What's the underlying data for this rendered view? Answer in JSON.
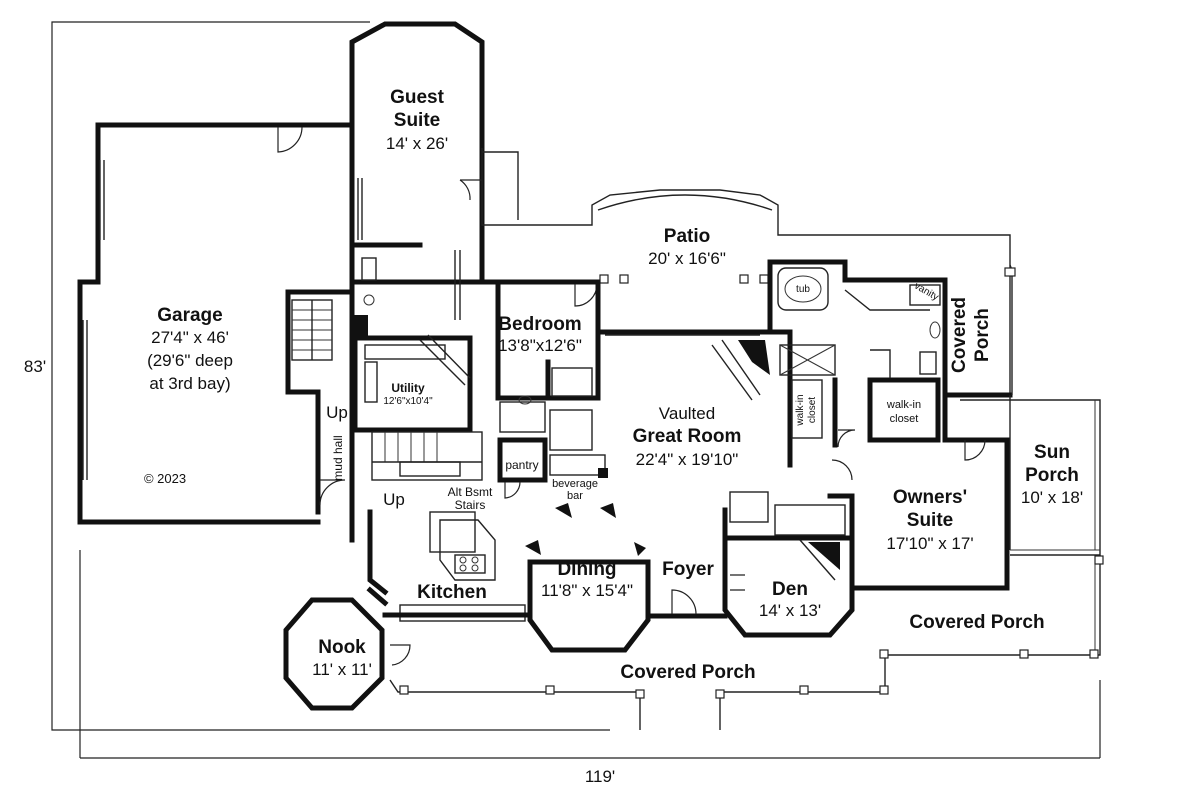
{
  "overall": {
    "width": "119'",
    "depth": "83'",
    "copyright": "© 2023"
  },
  "rooms": {
    "guest_suite": {
      "name_1": "Guest",
      "name_2": "Suite",
      "size": "14' x 26'"
    },
    "garage": {
      "name": "Garage",
      "size": "27'4\" x 46'",
      "note_1": "(29'6\" deep",
      "note_2": "at 3rd bay)"
    },
    "patio": {
      "name": "Patio",
      "size": "20' x 16'6\""
    },
    "bedroom": {
      "name": "Bedroom",
      "size": "13'8\"x12'6\""
    },
    "utility": {
      "name": "Utility",
      "size": "12'6\"x10'4\""
    },
    "great_room": {
      "name_1": "Vaulted",
      "name_2": "Great Room",
      "size": "22'4\" x 19'10\""
    },
    "owners_suite": {
      "name_1": "Owners'",
      "name_2": "Suite",
      "size": "17'10\" x 17'"
    },
    "sun_porch": {
      "name_1": "Sun",
      "name_2": "Porch",
      "size": "10' x 18'"
    },
    "covered_porch_right": {
      "name_1": "Covered",
      "name_2": "Porch"
    },
    "dining": {
      "name": "Dining",
      "size": "11'8\" x 15'4\""
    },
    "foyer": {
      "name": "Foyer"
    },
    "den": {
      "name": "Den",
      "size": "14' x 13'"
    },
    "kitchen": {
      "name": "Kitchen"
    },
    "nook": {
      "name": "Nook",
      "size": "11' x 11'"
    },
    "covered_porch_front": {
      "name": "Covered Porch"
    },
    "covered_porch_east": {
      "name": "Covered Porch"
    }
  },
  "small_labels": {
    "mud_hall": "mud hall",
    "up_1": "Up",
    "up_2": "Up",
    "alt_stairs_1": "Alt Bsmt",
    "alt_stairs_2": "Stairs",
    "pantry": "pantry",
    "beverage_1": "beverage",
    "beverage_2": "bar",
    "walkin_closet_1_a": "walk-in",
    "walkin_closet_1_b": "closet",
    "walkin_closet_2_a": "walk-in",
    "walkin_closet_2_b": "closet",
    "tub": "tub",
    "vanity": "vanity"
  }
}
